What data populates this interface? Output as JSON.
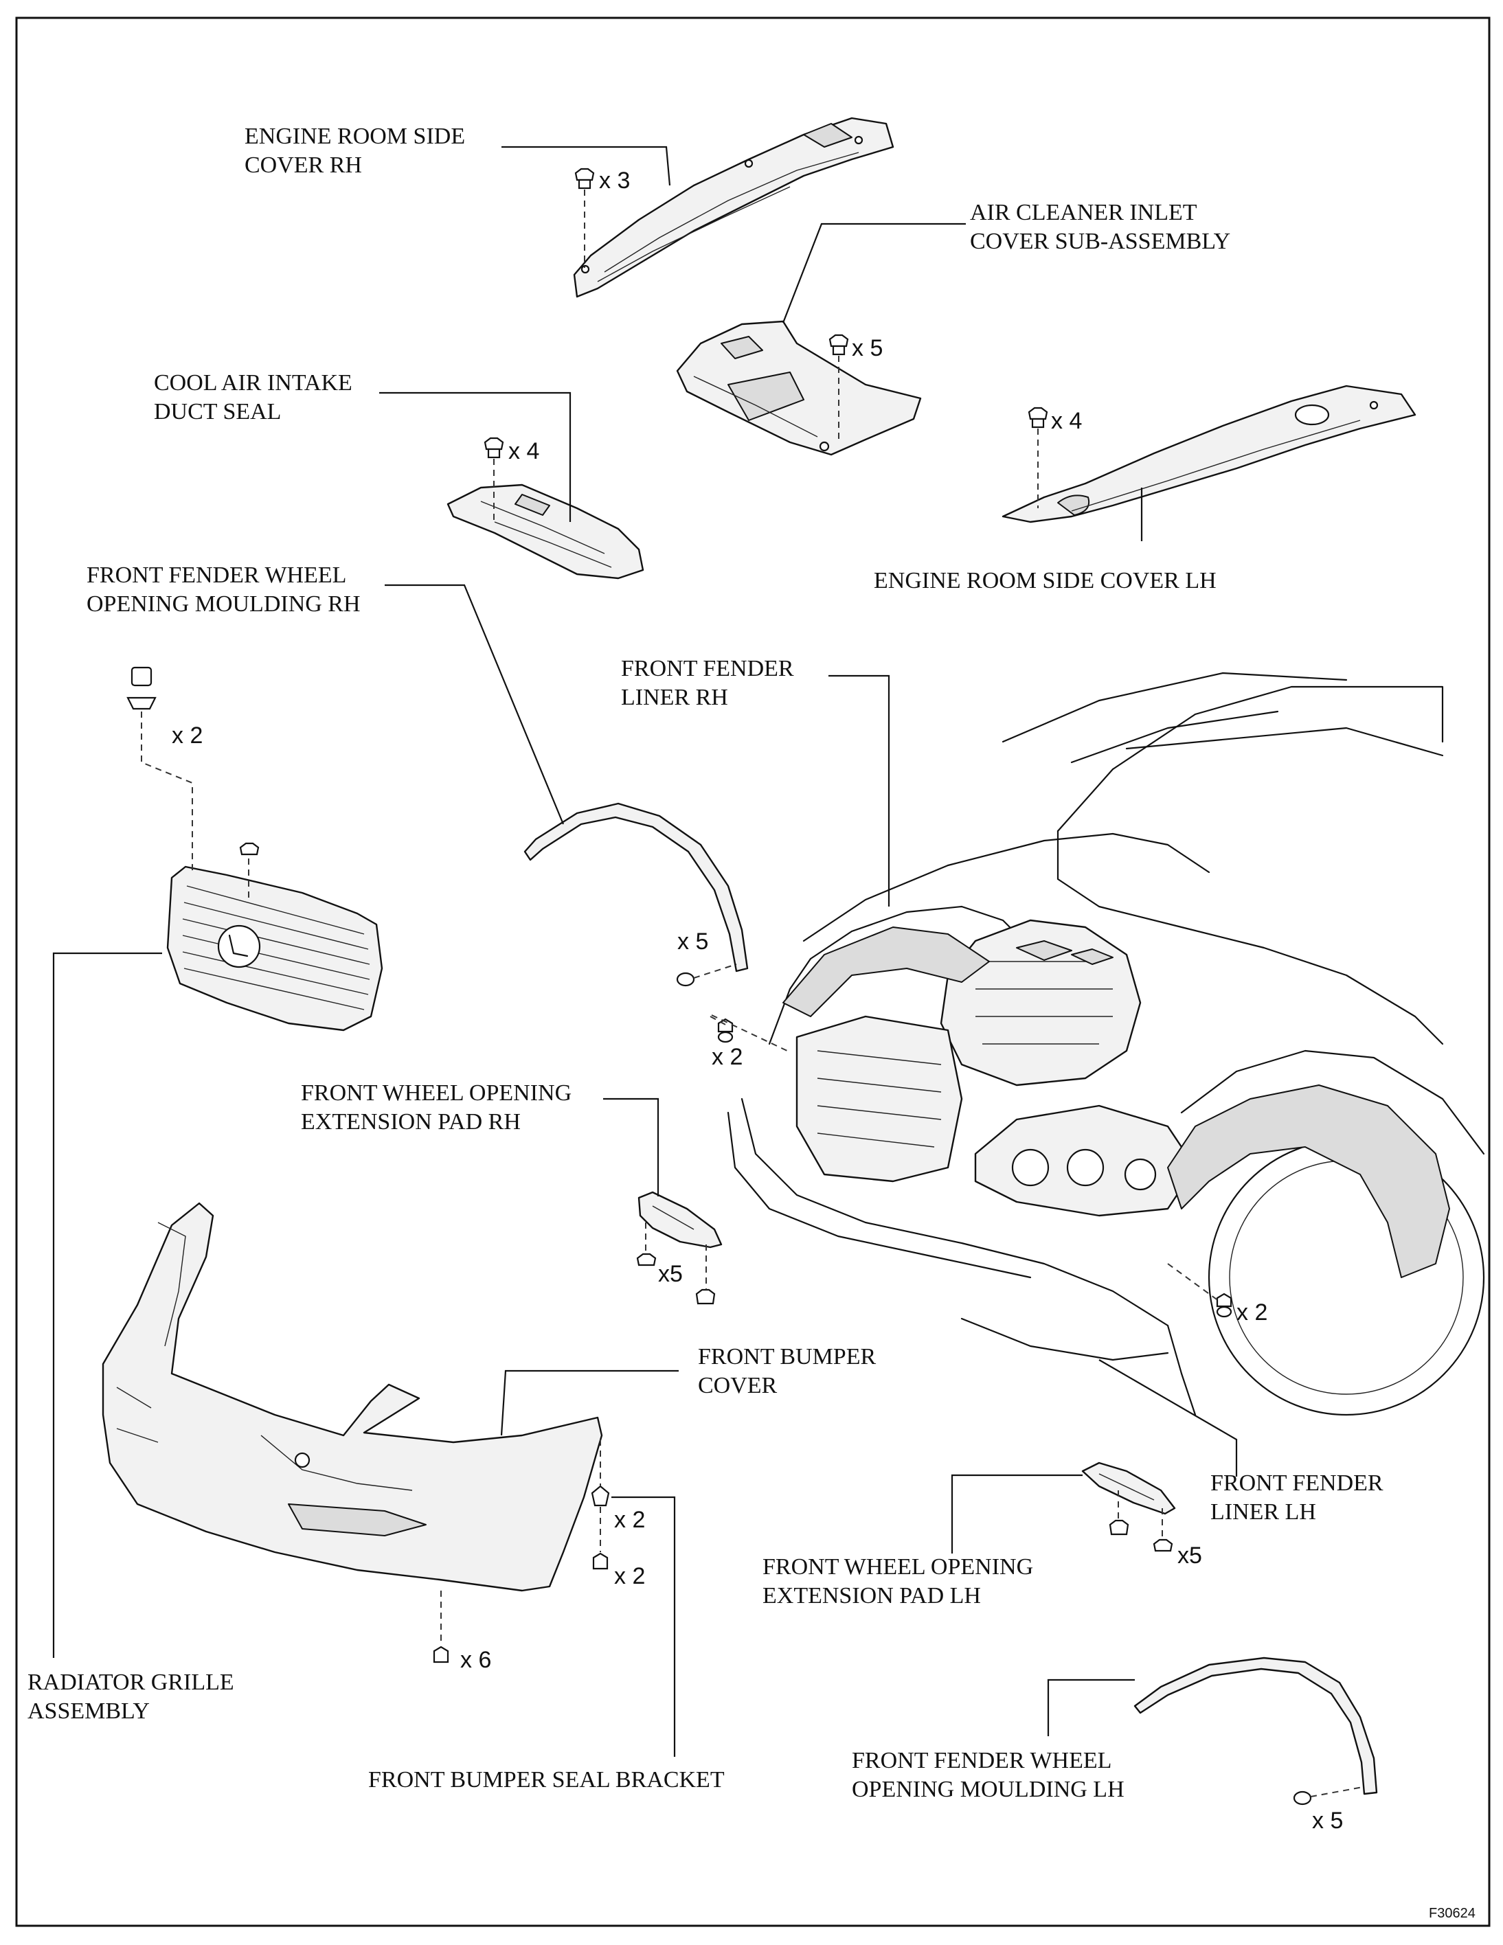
{
  "labels": {
    "engine_room_side_cover_rh": [
      "ENGINE ROOM SIDE",
      "COVER RH"
    ],
    "air_cleaner_inlet_cover": [
      "AIR CLEANER INLET",
      "COVER SUB-ASSEMBLY"
    ],
    "cool_air_intake_duct_seal": [
      "COOL AIR INTAKE",
      "DUCT SEAL"
    ],
    "engine_room_side_cover_lh": [
      "ENGINE ROOM SIDE COVER LH"
    ],
    "front_fender_wheel_opening_moulding_rh": [
      "FRONT FENDER WHEEL",
      "OPENING MOULDING RH"
    ],
    "front_fender_liner_rh": [
      "FRONT FENDER",
      "LINER RH"
    ],
    "front_wheel_opening_extension_pad_rh": [
      "FRONT WHEEL OPENING",
      "EXTENSION PAD RH"
    ],
    "front_bumper_cover": [
      "FRONT BUMPER",
      "COVER"
    ],
    "front_fender_liner_lh": [
      "FRONT FENDER",
      "LINER LH"
    ],
    "front_wheel_opening_extension_pad_lh": [
      "FRONT WHEEL OPENING",
      "EXTENSION PAD LH"
    ],
    "radiator_grille_assembly": [
      "RADIATOR GRILLE",
      "ASSEMBLY"
    ],
    "front_bumper_seal_bracket": [
      "FRONT BUMPER SEAL BRACKET"
    ],
    "front_fender_wheel_opening_moulding_lh": [
      "FRONT FENDER WHEEL",
      "OPENING MOULDING LH"
    ]
  },
  "quantities": {
    "side_cover_rh_screws": "x 3",
    "air_cleaner_clips": "x 5",
    "duct_seal_clips": "x 4",
    "side_cover_lh_clips": "x 4",
    "grille_clips": "x 2",
    "moulding_rh_clips": "x 5",
    "liner_rh_screws": "x 2",
    "pad_rh_clips": "x5",
    "liner_lh_screws": "x 2",
    "bracket_clips_upper": "x 2",
    "bracket_screws_lower": "x 2",
    "bumper_screws": "x 6",
    "pad_lh_clips": "x5",
    "moulding_lh_clips": "x 5"
  },
  "figure_code": "F30624"
}
